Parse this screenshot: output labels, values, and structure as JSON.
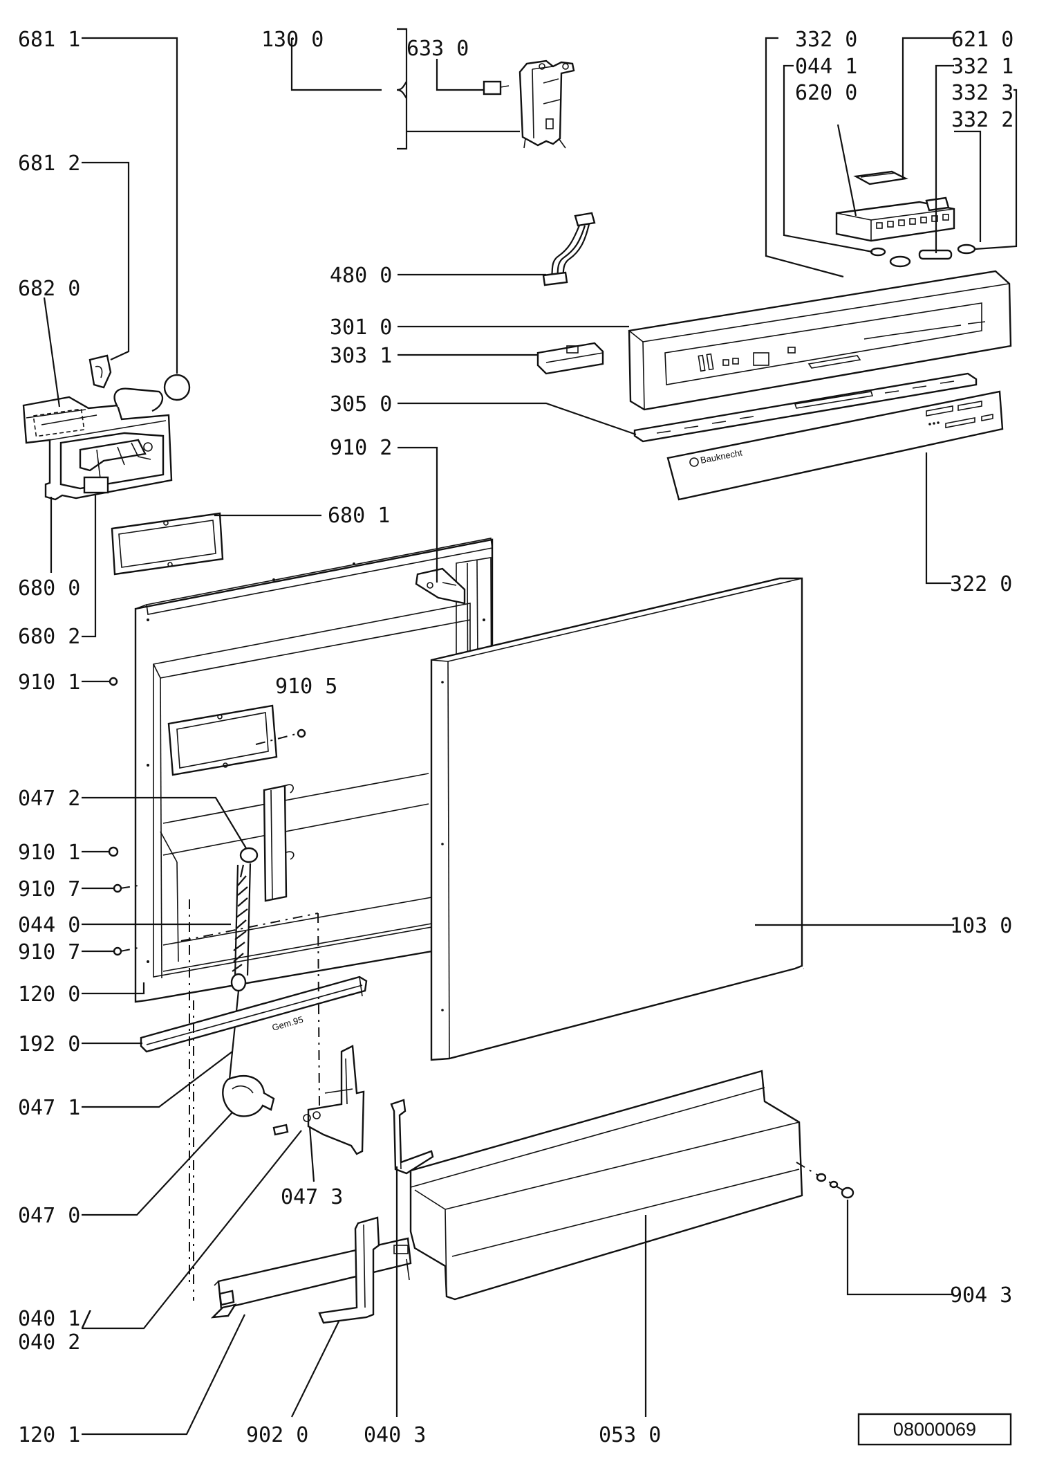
{
  "labels": {
    "l681_1": "681 1",
    "l681_2": "681 2",
    "l682_0": "682 0",
    "l680_0": "680 0",
    "l680_2": "680 2",
    "l680_1": "680 1",
    "l130_0": "130 0",
    "l633_0": "633 0",
    "l480_0": "480 0",
    "l301_0": "301 0",
    "l303_1": "303 1",
    "l305_0": "305 0",
    "l910_2": "910 2",
    "l910_1a": "910 1",
    "l910_5": "910 5",
    "l047_2": "047 2",
    "l910_1b": "910 1",
    "l910_7a": "910 7",
    "l044_0": "044 0",
    "l910_7b": "910 7",
    "l120_0": "120 0",
    "l192_0": "192 0",
    "l047_1": "047 1",
    "l047_0": "047 0",
    "l047_3": "047 3",
    "l040_12a": "040 1/",
    "l040_12b": "040 2",
    "l120_1": "120 1",
    "l902_0": "902 0",
    "l040_3": "040 3",
    "l053_0": "053 0",
    "l904_3": "904 3",
    "l103_0": "103 0",
    "l322_0": "322 0",
    "l332_0": "332 0",
    "l621_0": "621 0",
    "l044_1": "044 1",
    "l332_1": "332 1",
    "l620_0": "620 0",
    "l332_3": "332 3",
    "l332_2": "332 2"
  },
  "reference_number": "08000069",
  "stamp": "Gem.95"
}
